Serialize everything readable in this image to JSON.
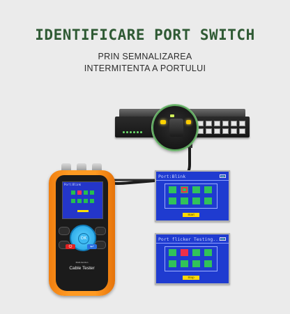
{
  "header": {
    "title": "IDENTIFICARE PORT SWITCH",
    "subtitle_line1": "PRIN SEMNALIZAREA",
    "subtitle_line2": "INTERMITENTA  A PORTULUI"
  },
  "tester": {
    "brand": "Multi-function",
    "label": "Cable Tester",
    "screen_header": "Port:Blink",
    "ok_label": "OK"
  },
  "screens": [
    {
      "header": "Port:Blink",
      "button": "Start",
      "highlight": "orange-x"
    },
    {
      "header": "Port flicker  Testing...",
      "button": "Stop",
      "highlight": "red-x"
    }
  ],
  "colors": {
    "title": "#2f5a34",
    "tester_body": "#ff9a22",
    "screen_bg": "#1f3bd0",
    "port_on": "#31c25a",
    "port_blink": "#ef2f4a",
    "led_yellow": "#ffd400"
  },
  "icons": [
    "battery-icon",
    "power-icon",
    "back-icon",
    "dpad-icon"
  ]
}
